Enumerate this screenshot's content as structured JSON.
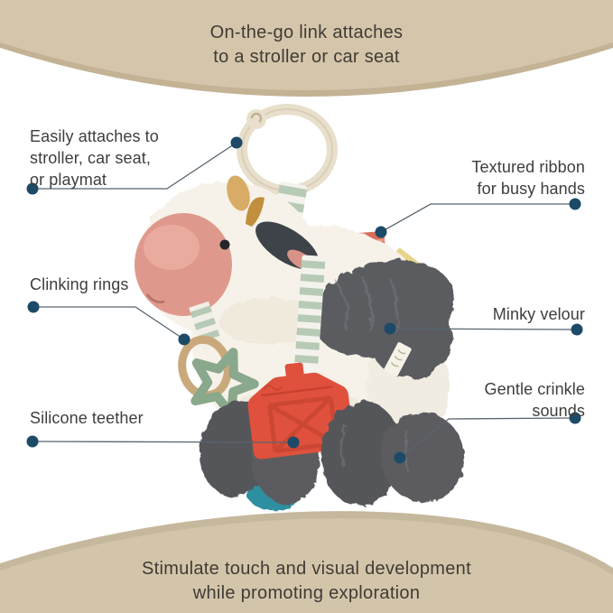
{
  "figure": {
    "alt": "Plush black-and-white cow clip-on stroller activity toy with cream attachment ring, striped ribbons, colorful tag ribbons, green clinking rings and a red barn-shaped silicone teether"
  },
  "header": {
    "line1": "On-the-go link attaches",
    "line2": "to a stroller or car seat"
  },
  "footer": {
    "line1": "Stimulate touch and visual development",
    "line2": "while promoting exploration"
  },
  "callouts": {
    "easily_attaches": {
      "lines": [
        "Easily attaches to",
        "stroller, car seat,",
        "or playmat"
      ]
    },
    "textured_ribbon": {
      "lines": [
        "Textured ribbon",
        "for busy hands"
      ]
    },
    "clinking_rings": {
      "lines": [
        "Clinking rings"
      ]
    },
    "minky_velour": {
      "lines": [
        "Minky velour"
      ]
    },
    "gentle_crinkle_sounds": {
      "lines": [
        "Gentle crinkle",
        "sounds"
      ]
    },
    "silicone_teether": {
      "lines": [
        "Silicone teether"
      ]
    }
  },
  "colors": {
    "background": "#ffffff",
    "arch_tan": "#d5c6ab",
    "arch_shadow": "#c3b294",
    "dome_tan": "#d3c5aa",
    "dome_rim": "#c6b89d",
    "heading_text": "#403b35",
    "label_text": "#3f3e3c",
    "callout_dot": "#1d4a67",
    "callout_line": "#57656f",
    "cow_white": "#f6f2e9",
    "muzzle_pink": "#df998c",
    "minky_gray": "#5a5b5f",
    "teether_red": "#e0513d",
    "ring_cream": "#e8dfcc",
    "ribbon_sage": "#b7cab6",
    "star_green": "#8aa88b",
    "tag_blue": "#8fb9c6",
    "tag_coral": "#d96d57",
    "tag_yellow": "#e7d48a",
    "crinkle_teal": "#2e8fa1",
    "horn_tan": "#c28f3e"
  }
}
